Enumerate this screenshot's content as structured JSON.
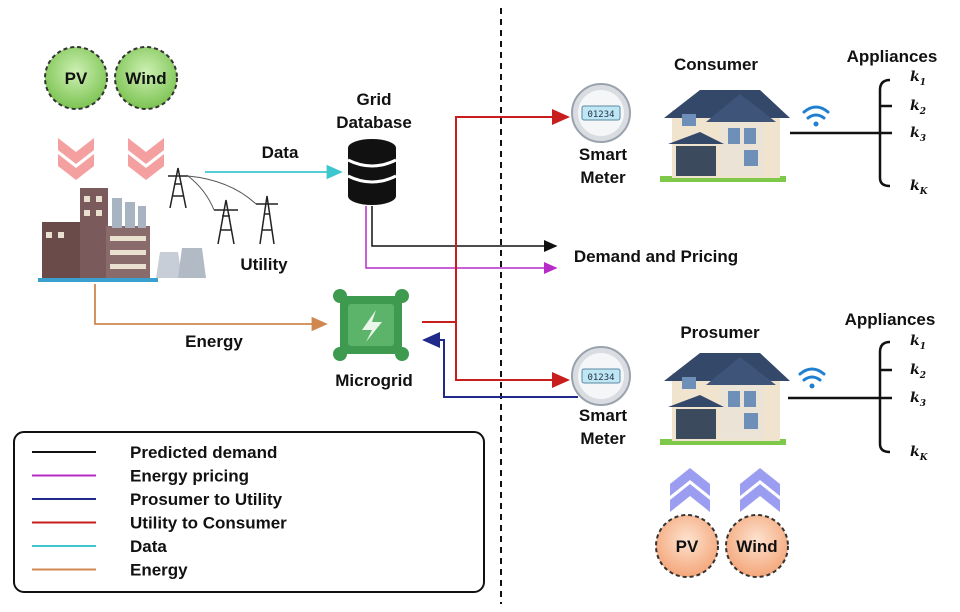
{
  "sources_left": {
    "pv": "PV",
    "wind": "Wind"
  },
  "sources_right": {
    "pv": "PV",
    "wind": "Wind"
  },
  "labels": {
    "data": "Data",
    "grid_line1": "Grid",
    "grid_line2": "Database",
    "utility": "Utility",
    "energy": "Energy",
    "microgrid": "Microgrid",
    "demand_pricing": "Demand and Pricing",
    "consumer": "Consumer",
    "prosumer": "Prosumer",
    "appliances_top": "Appliances",
    "appliances_bottom": "Appliances",
    "smart_meter_line1": "Smart",
    "smart_meter_line2": "Meter",
    "meter_reading": "01234"
  },
  "appliances": {
    "base": "k",
    "subscripts": [
      "1",
      "2",
      "3",
      "K"
    ]
  },
  "legend": [
    {
      "label": "Predicted demand",
      "color": "#111111"
    },
    {
      "label": "Energy pricing",
      "color": "#b72bc7"
    },
    {
      "label": "Prosumer to Utility",
      "color": "#1f2a8a"
    },
    {
      "label": "Utility to Consumer",
      "color": "#c81e1e"
    },
    {
      "label": "Data",
      "color": "#3fc7cf"
    },
    {
      "label": "Energy",
      "color": "#d08750"
    }
  ],
  "colors": {
    "black": "#111111",
    "magenta": "#b72bc7",
    "blue": "#1f2a8a",
    "red": "#c81e1e",
    "cyan": "#3fc7cf",
    "orange": "#d08750",
    "green_circle": "#8fd16a",
    "peach_circle": "#f6b48c",
    "pink_chevron": "#f4a0a0",
    "lilac_chevron": "#9b9ef0"
  }
}
